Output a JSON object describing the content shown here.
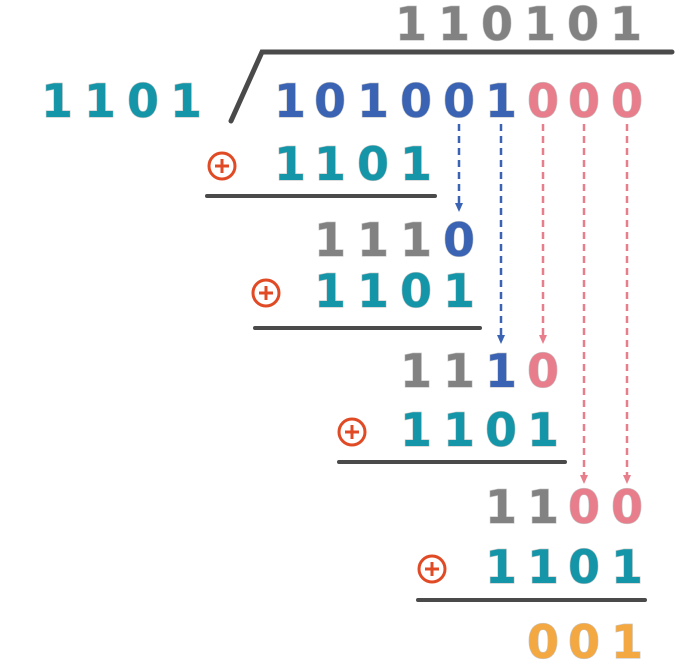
{
  "colors": {
    "gray": "#828282",
    "teal": "#1596a8",
    "blue": "#3a63b3",
    "pink": "#e87e8c",
    "orange": "#f4a842",
    "red": "#e04a24",
    "line": "#4a4a4a"
  },
  "operator_symbol": "⊕",
  "quotient": [
    "1",
    "1",
    "0",
    "1",
    "0",
    "1"
  ],
  "divisor": [
    "1",
    "1",
    "0",
    "1"
  ],
  "dividend": [
    {
      "d": "1",
      "c": "blue"
    },
    {
      "d": "0",
      "c": "blue"
    },
    {
      "d": "1",
      "c": "blue"
    },
    {
      "d": "0",
      "c": "blue"
    },
    {
      "d": "0",
      "c": "blue"
    },
    {
      "d": "1",
      "c": "blue"
    },
    {
      "d": "0",
      "c": "pink"
    },
    {
      "d": "0",
      "c": "pink"
    },
    {
      "d": "0",
      "c": "pink"
    }
  ],
  "steps": [
    {
      "xor": [
        "1",
        "1",
        "0",
        "1"
      ],
      "remainder": null
    },
    {
      "xor": [
        "1",
        "1",
        "0",
        "1"
      ],
      "remainder": [
        {
          "d": "1",
          "c": "gray"
        },
        {
          "d": "1",
          "c": "gray"
        },
        {
          "d": "1",
          "c": "gray"
        },
        {
          "d": "0",
          "c": "blue"
        }
      ]
    },
    {
      "xor": [
        "1",
        "1",
        "0",
        "1"
      ],
      "remainder": [
        {
          "d": "1",
          "c": "gray"
        },
        {
          "d": "1",
          "c": "gray"
        },
        {
          "d": "1",
          "c": "blue"
        },
        {
          "d": "0",
          "c": "pink"
        }
      ]
    },
    {
      "xor": [
        "1",
        "1",
        "0",
        "1"
      ],
      "remainder": [
        {
          "d": "1",
          "c": "gray"
        },
        {
          "d": "1",
          "c": "gray"
        },
        {
          "d": "0",
          "c": "pink"
        },
        {
          "d": "0",
          "c": "pink"
        }
      ]
    }
  ],
  "result": [
    "0",
    "0",
    "1"
  ]
}
